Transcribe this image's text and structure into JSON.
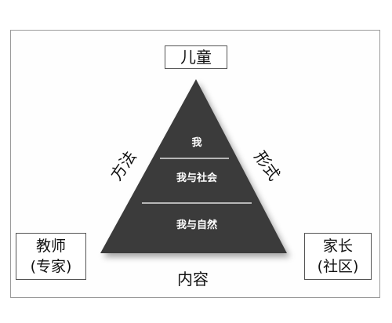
{
  "nodes": {
    "top": "儿童",
    "left_line1": "教师",
    "left_line2": "(专家)",
    "right_line1": "家长",
    "right_line2": "(社区)"
  },
  "edges": {
    "left": "方法",
    "right": "形式",
    "bottom": "内容"
  },
  "layers": {
    "top": "我",
    "middle": "我与社会",
    "bottom": "我与自然"
  }
}
